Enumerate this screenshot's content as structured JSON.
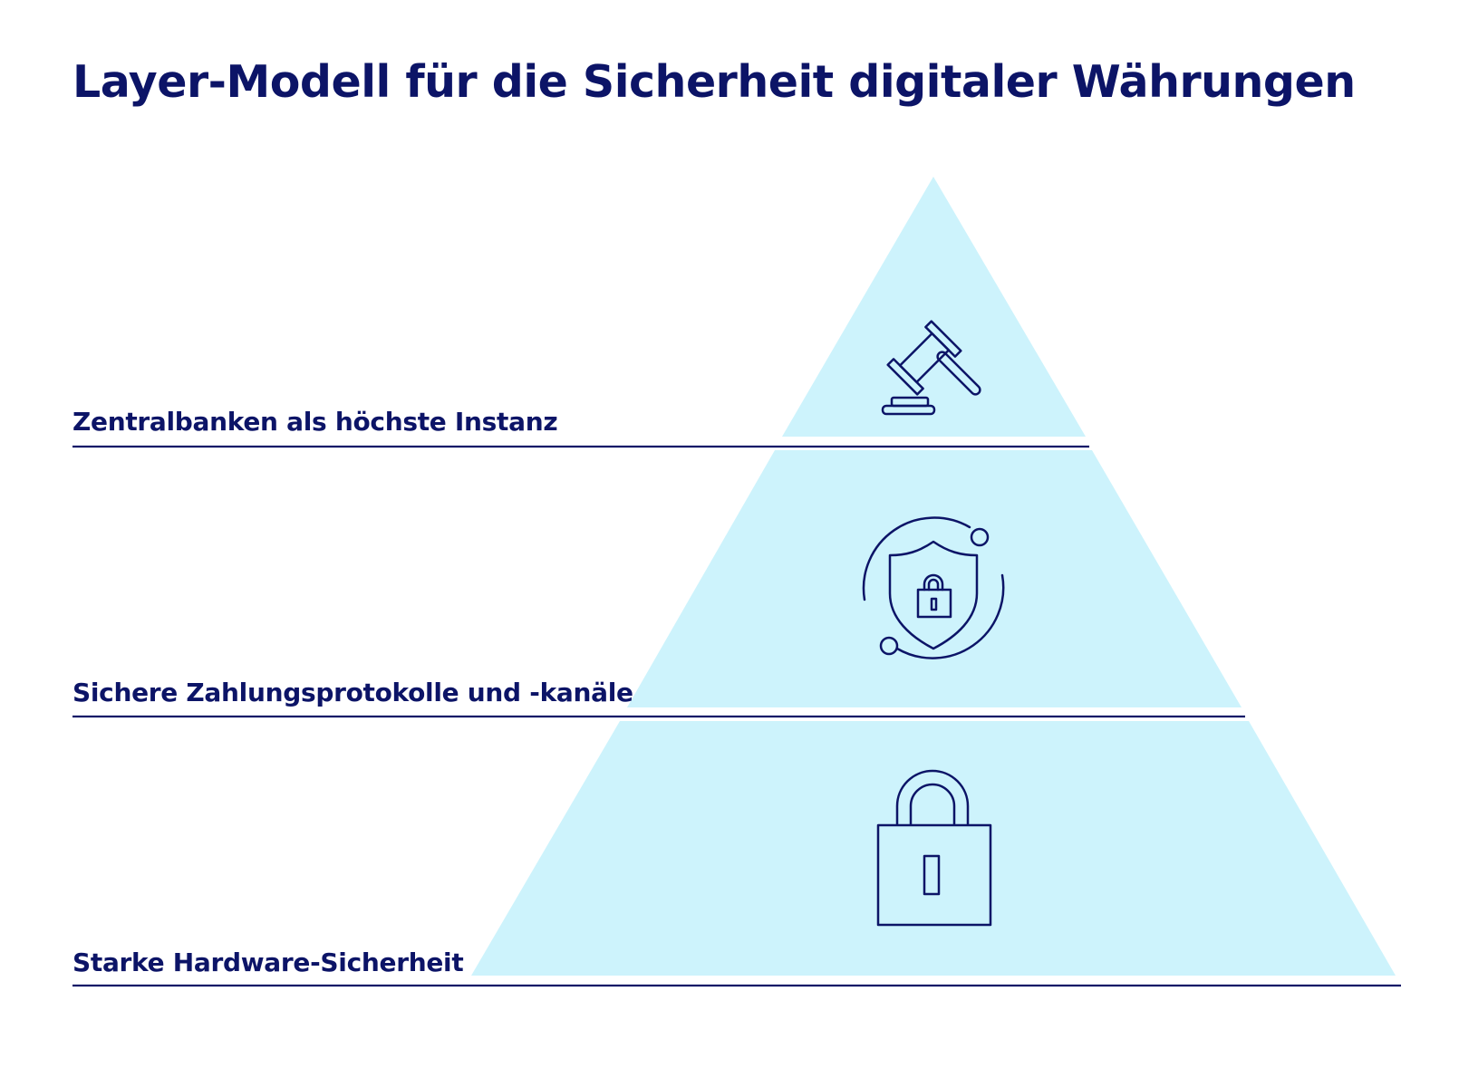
{
  "title": "Layer-Modell für die Sicherheit digitaler Währungen",
  "layers": [
    {
      "label": "Zentralbanken als höchste Instanz",
      "icon": "gavel-icon"
    },
    {
      "label": "Sichere Zahlungsprotokolle und -kanäle",
      "icon": "shield-lock-cycle-icon"
    },
    {
      "label": "Starke Hardware-Sicherheit",
      "icon": "padlock-icon"
    }
  ],
  "colors": {
    "text": "#0c1467",
    "line": "#0c1467",
    "pyramid_fill": "#cdf3fc",
    "background": "#ffffff"
  }
}
